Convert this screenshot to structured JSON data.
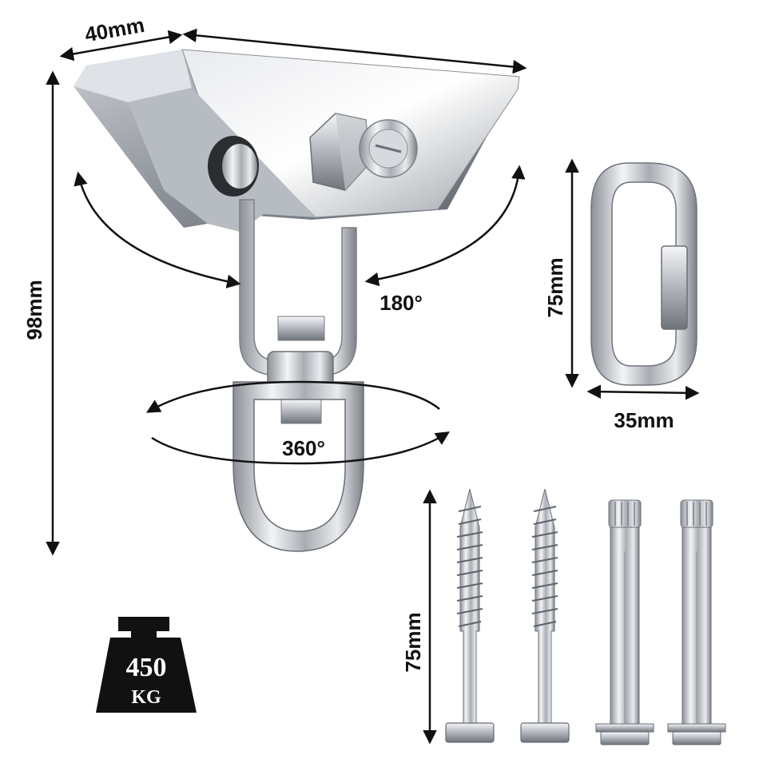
{
  "swivel_hook": {
    "width_label": "40mm",
    "height_label": "98mm",
    "rotation_angle_label": "180°",
    "swivel_angle_label": "360°"
  },
  "quick_link": {
    "height_label": "75mm",
    "width_label": "35mm"
  },
  "bolts": {
    "length_label": "75mm"
  },
  "weight_badge": {
    "value": "450",
    "unit": "KG"
  }
}
